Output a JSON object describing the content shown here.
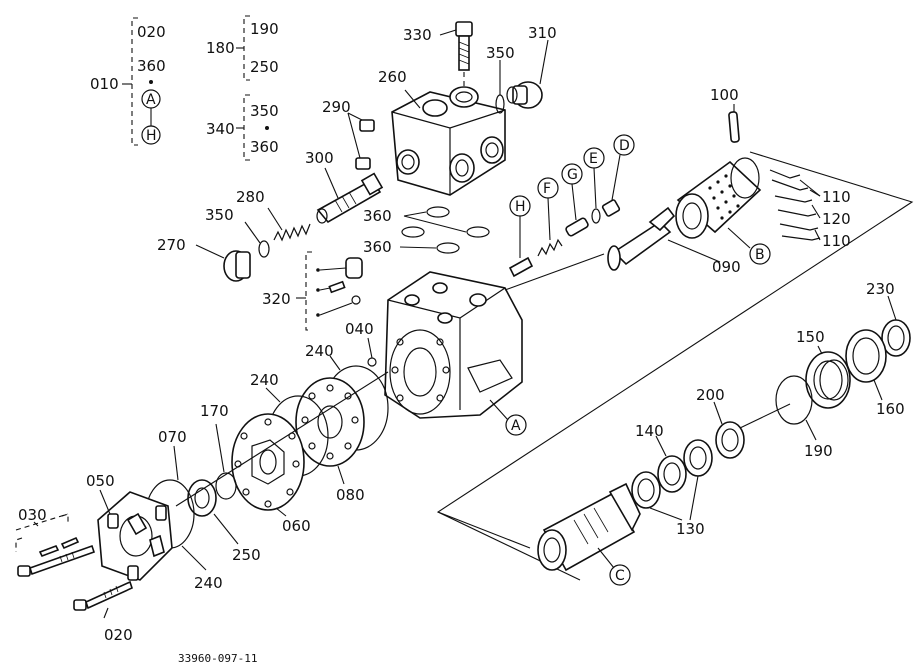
{
  "drawing_number": "33960-097-11",
  "parts": {
    "p010": "010",
    "p020a": "020",
    "p020b": "020",
    "p030": "030",
    "p040": "040",
    "p050": "050",
    "p060": "060",
    "p070": "070",
    "p080": "080",
    "p090": "090",
    "p100": "100",
    "p110a": "110",
    "p110b": "110",
    "p120": "120",
    "p130": "130",
    "p140": "140",
    "p150": "150",
    "p160": "160",
    "p170": "170",
    "p180": "180",
    "p190": "190",
    "p190b": "190",
    "p200": "200",
    "p230": "230",
    "p240a": "240",
    "p240b": "240",
    "p240c": "240",
    "p250": "250",
    "p250b": "250",
    "p260": "260",
    "p270": "270",
    "p280": "280",
    "p290": "290",
    "p300": "300",
    "p310": "310",
    "p320": "320",
    "p330": "330",
    "p340": "340",
    "p350a": "350",
    "p350b": "350",
    "p350c": "350",
    "p360a": "360",
    "p360b": "360",
    "p360c": "360",
    "p360d": "360"
  },
  "group_items": {
    "g010_a": "020",
    "g010_b": "360",
    "g010_c": "A",
    "g010_d": "H",
    "g180_a": "190",
    "g180_b": "250",
    "g340_a": "350",
    "g340_b": "360"
  },
  "markers": {
    "A": "A",
    "B": "B",
    "C": "C",
    "D": "D",
    "E": "E",
    "F": "F",
    "G": "G",
    "H": "H"
  }
}
